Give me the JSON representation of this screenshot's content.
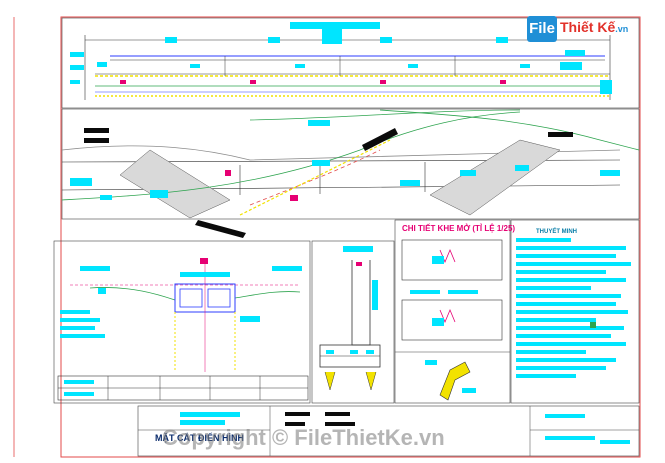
{
  "logo": {
    "icon_text": "File",
    "brand_main": "Thiết Kế",
    "brand_domain": ".vn"
  },
  "drawing": {
    "detail_caption": "CHI TIẾT KHE MỞ (TỈ LỆ 1/25)",
    "notes_caption": "THUYẾT MINH",
    "title_block_caption": "MẶT CẮT ĐIỂN HÌNH"
  },
  "watermark": "Copyright © FileThietKe.vn",
  "colors": {
    "frame": "#e34a4a",
    "cyan": "#00e5ff",
    "blue": "#2c3cff",
    "green": "#2ea44f",
    "magenta": "#e60073",
    "yellow": "#f2e200",
    "grey": "#8c8c8c"
  }
}
